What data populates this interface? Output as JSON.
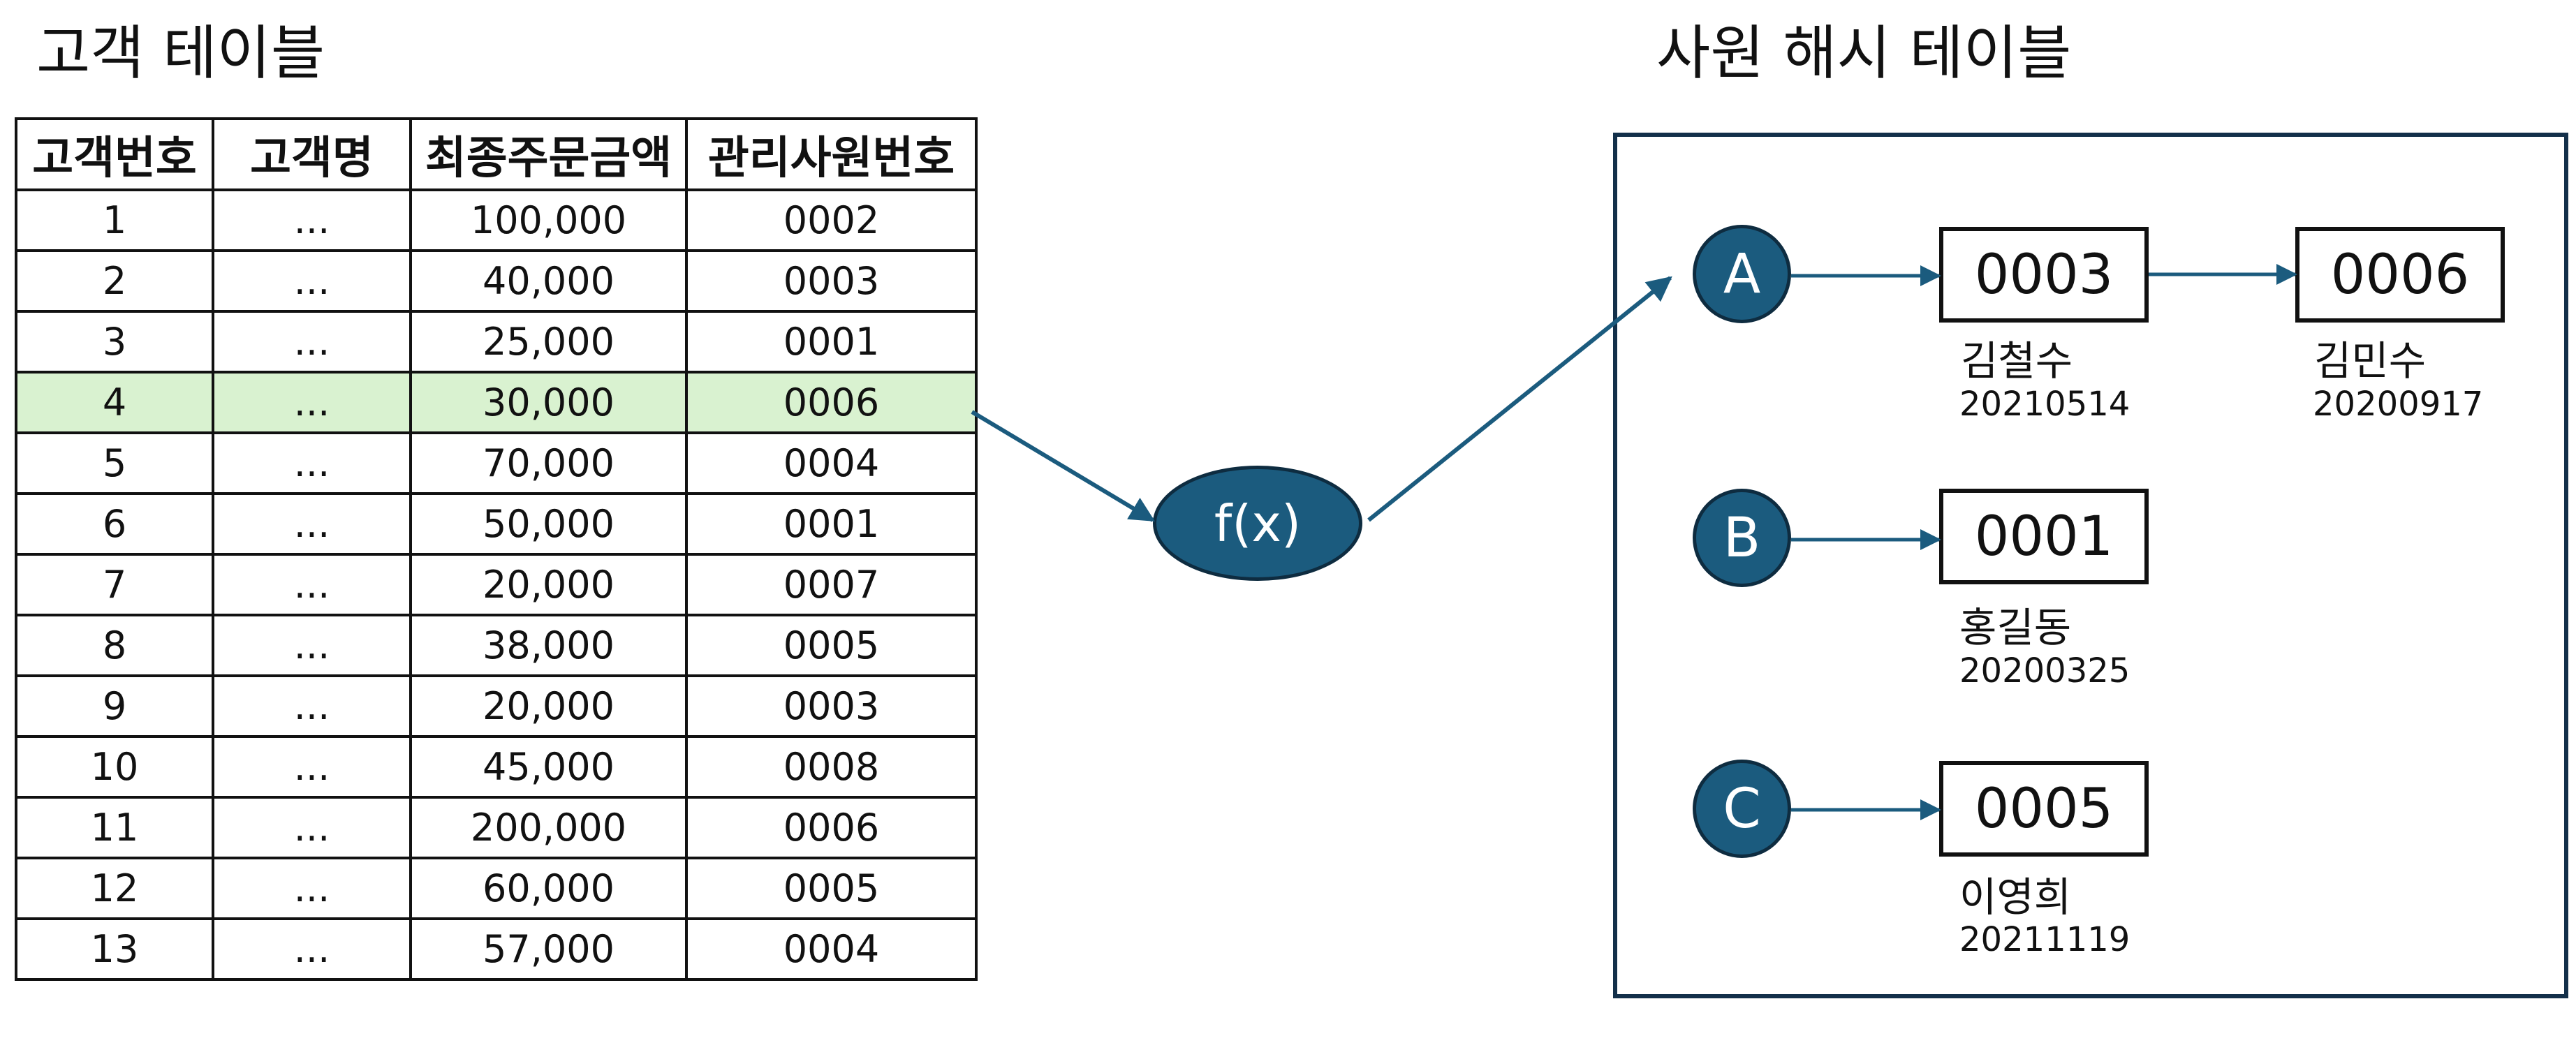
{
  "customer_table": {
    "title": "고객 테이블",
    "headers": [
      "고객번호",
      "고객명",
      "최종주문금액",
      "관리사원번호"
    ],
    "highlighted_row": 4,
    "highlight_color": "#d9f2d0",
    "rows": [
      [
        "1",
        "...",
        "100,000",
        "0002"
      ],
      [
        "2",
        "...",
        "40,000",
        "0003"
      ],
      [
        "3",
        "...",
        "25,000",
        "0001"
      ],
      [
        "4",
        "...",
        "30,000",
        "0006"
      ],
      [
        "5",
        "...",
        "70,000",
        "0004"
      ],
      [
        "6",
        "...",
        "50,000",
        "0001"
      ],
      [
        "7",
        "...",
        "20,000",
        "0007"
      ],
      [
        "8",
        "...",
        "38,000",
        "0005"
      ],
      [
        "9",
        "...",
        "20,000",
        "0003"
      ],
      [
        "10",
        "...",
        "45,000",
        "0008"
      ],
      [
        "11",
        "...",
        "200,000",
        "0006"
      ],
      [
        "12",
        "...",
        "60,000",
        "0005"
      ],
      [
        "13",
        "...",
        "57,000",
        "0004"
      ]
    ]
  },
  "hash_function": {
    "label": "f(x)",
    "color": "#1b5b7e"
  },
  "hash_table": {
    "title": "사원 해시 테이블",
    "accent_color": "#1b5b7e",
    "buckets": [
      {
        "key": "A",
        "nodes": [
          {
            "id": "0003",
            "name": "김철수",
            "date": "20210514"
          },
          {
            "id": "0006",
            "name": "김민수",
            "date": "20200917"
          }
        ]
      },
      {
        "key": "B",
        "nodes": [
          {
            "id": "0001",
            "name": "홍길동",
            "date": "20200325"
          }
        ]
      },
      {
        "key": "C",
        "nodes": [
          {
            "id": "0005",
            "name": "이영희",
            "date": "20211119"
          }
        ]
      }
    ]
  }
}
